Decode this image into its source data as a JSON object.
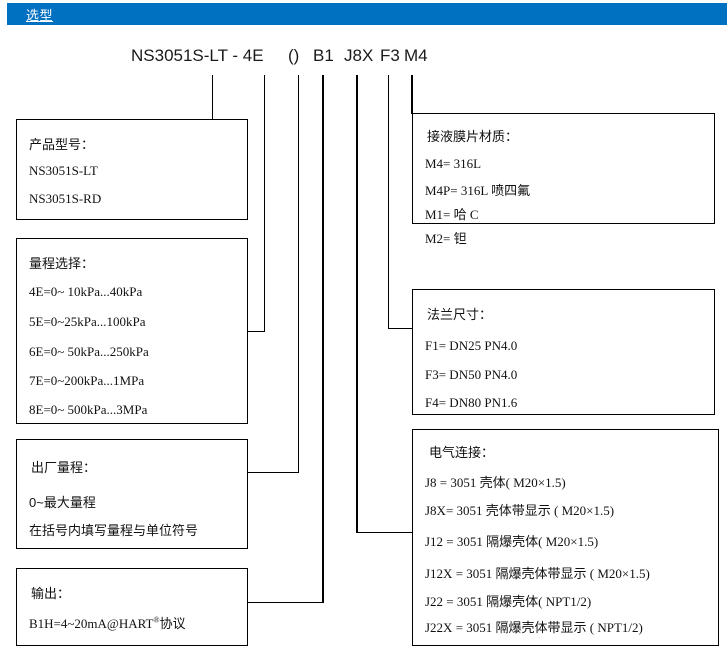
{
  "header": {
    "title": "选型"
  },
  "model_code": {
    "model": "NS3051S-LT - 4E",
    "range_paren": "()",
    "output": "B1",
    "electrical": "J8X",
    "flange": "F3",
    "material": "M4"
  },
  "boxes": {
    "product": {
      "heading": "产品型号：",
      "items": [
        "NS3051S-LT",
        "NS3051S-RD"
      ]
    },
    "range": {
      "heading": "量程选择：",
      "items": [
        "4E=0~  10kPa...40kPa",
        "5E=0~25kPa...100kPa",
        "6E=0~ 50kPa...250kPa",
        "7E=0~200kPa...1MPa",
        "8E=0~ 500kPa...3MPa"
      ]
    },
    "factory_range": {
      "heading": "出厂量程：",
      "items": [
        "0~最大量程",
        "在括号内填写量程与单位符号"
      ]
    },
    "output": {
      "heading": "输出：",
      "item_prefix": "B1H=4~20mA@HART",
      "item_sup": "®",
      "item_suffix": "协议"
    },
    "material": {
      "heading": "接液膜片材质：",
      "items": [
        "M4= 316L",
        "M4P= 316L 喷四氟",
        "M1=  哈 C",
        "M2=  钽"
      ]
    },
    "flange": {
      "heading": "法兰尺寸：",
      "items": [
        "F1= DN25 PN4.0",
        "F3= DN50 PN4.0",
        "F4= DN80 PN1.6"
      ]
    },
    "electrical": {
      "heading": "电气连接：",
      "items": [
        "J8 = 3051 壳体( M20×1.5)",
        "J8X= 3051 壳体带显示 ( M20×1.5)",
        "J12 = 3051 隔爆壳体( M20×1.5)",
        "J12X = 3051 隔爆壳体带显示 ( M20×1.5)",
        "J22 = 3051 隔爆壳体( NPT1/2)",
        "J22X = 3051 隔爆壳体带显示 ( NPT1/2)"
      ]
    }
  },
  "colors": {
    "banner": "#0070c0",
    "line": "#000000",
    "text": "#111111"
  }
}
